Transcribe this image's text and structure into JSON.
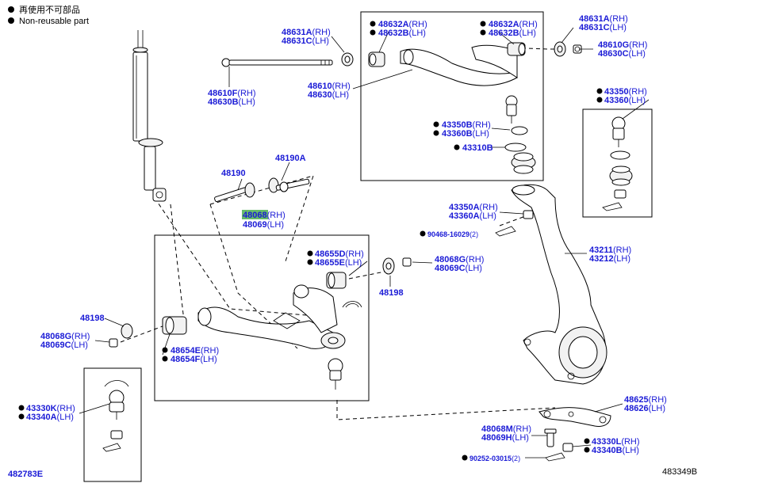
{
  "legend": {
    "item1": "再使用不可部品",
    "item2": "Non-reusable part"
  },
  "labels": {
    "p48631a": {
      "code": "48631A",
      "side": "(RH)"
    },
    "p48631c": {
      "code": "48631C",
      "side": "(LH)"
    },
    "p48610f": {
      "code": "48610F",
      "side": "(RH)"
    },
    "p48630b": {
      "code": "48630B",
      "side": "(LH)"
    },
    "p48632a_l": {
      "code": "48632A",
      "side": "(RH)"
    },
    "p48632b_l": {
      "code": "48632B",
      "side": "(LH)"
    },
    "p48632a_r": {
      "code": "48632A",
      "side": "(RH)"
    },
    "p48632b_r": {
      "code": "48632B",
      "side": "(LH)"
    },
    "p48610": {
      "code": "48610",
      "side": "(RH)"
    },
    "p48630": {
      "code": "48630",
      "side": "(LH)"
    },
    "p48631a_r": {
      "code": "48631A",
      "side": "(RH)"
    },
    "p48631c_r": {
      "code": "48631C",
      "side": "(LH)"
    },
    "p48610g": {
      "code": "48610G",
      "side": "(RH)"
    },
    "p48630c": {
      "code": "48630C",
      "side": "(LH)"
    },
    "p43350b": {
      "code": "43350B",
      "side": "(RH)"
    },
    "p43360b": {
      "code": "43360B",
      "side": "(LH)"
    },
    "p43310b": {
      "code": "43310B",
      "side": ""
    },
    "p43350": {
      "code": "43350",
      "side": "(RH)"
    },
    "p43360": {
      "code": "43360",
      "side": "(LH)"
    },
    "p48190": {
      "code": "48190",
      "side": ""
    },
    "p48190a": {
      "code": "48190A",
      "side": ""
    },
    "p48068": {
      "code": "48068",
      "side": "(RH)"
    },
    "p48069": {
      "code": "48069",
      "side": "(LH)"
    },
    "p43350a": {
      "code": "43350A",
      "side": "(RH)"
    },
    "p43360a": {
      "code": "43360A",
      "side": "(LH)"
    },
    "p90468": {
      "code": "90468-16029",
      "side": "(2)"
    },
    "p48655d": {
      "code": "48655D",
      "side": "(RH)"
    },
    "p48655e": {
      "code": "48655E",
      "side": "(LH)"
    },
    "p48068g_r": {
      "code": "48068G",
      "side": "(RH)"
    },
    "p48069c_r": {
      "code": "48069C",
      "side": "(LH)"
    },
    "p48198_r": {
      "code": "48198",
      "side": ""
    },
    "p43211": {
      "code": "43211",
      "side": "(RH)"
    },
    "p43212": {
      "code": "43212",
      "side": "(LH)"
    },
    "p48198_l": {
      "code": "48198",
      "side": ""
    },
    "p48068g_l": {
      "code": "48068G",
      "side": "(RH)"
    },
    "p48069c_l": {
      "code": "48069C",
      "side": "(LH)"
    },
    "p48654e": {
      "code": "48654E",
      "side": "(RH)"
    },
    "p48654f": {
      "code": "48654F",
      "side": "(LH)"
    },
    "p43330k": {
      "code": "43330K",
      "side": "(RH)"
    },
    "p43340a": {
      "code": "43340A",
      "side": "(LH)"
    },
    "p48625": {
      "code": "48625",
      "side": "(RH)"
    },
    "p48626": {
      "code": "48626",
      "side": "(LH)"
    },
    "p48068m": {
      "code": "48068M",
      "side": "(RH)"
    },
    "p48069h": {
      "code": "48069H",
      "side": "(LH)"
    },
    "p43330l": {
      "code": "43330L",
      "side": "(RH)"
    },
    "p43340b": {
      "code": "43340B",
      "side": "(LH)"
    },
    "p90252": {
      "code": "90252-03015",
      "side": "(2)"
    }
  },
  "footer": {
    "left_code": "482783E",
    "right_code": "483349B"
  },
  "colors": {
    "part_number": "#1a1ad6",
    "highlight": "#4caf50"
  }
}
